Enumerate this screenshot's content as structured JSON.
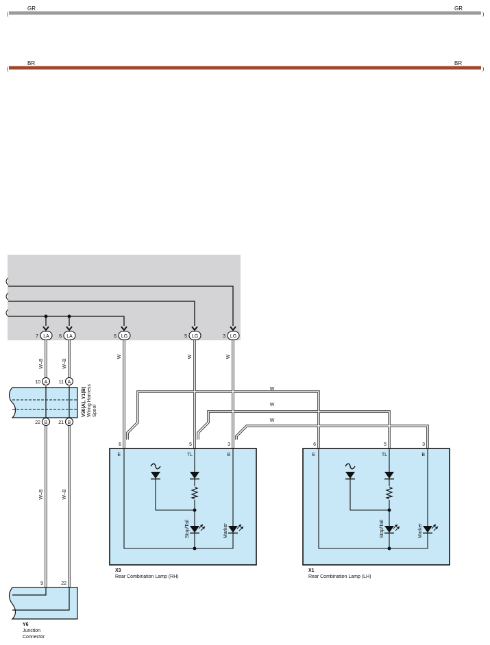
{
  "wire_legend": [
    {
      "code": "GR",
      "color": "#9b9b9b"
    },
    {
      "code": "BR",
      "color": "#a0482a"
    }
  ],
  "colors": {
    "relay_box": "#d4d4d6",
    "component_fill": "#c8e8f8",
    "outline": "#1a1a1a",
    "wire": "#333333"
  },
  "relay_connectors": [
    {
      "pin": "7",
      "connector": "LA"
    },
    {
      "pin": "6",
      "connector": "LA"
    },
    {
      "pin": "6",
      "connector": "LG"
    },
    {
      "pin": "5",
      "connector": "LG"
    },
    {
      "pin": "3",
      "connector": "LG"
    }
  ],
  "wire_labels": {
    "wb": "W–B",
    "w": "W"
  },
  "spool": {
    "name": "V30(A), Y1(B)",
    "desc_line1": "Wiring Harness",
    "desc_line2": "Spool",
    "top_pins": [
      {
        "pin": "10",
        "side": "A"
      },
      {
        "pin": "11",
        "side": "A"
      }
    ],
    "bottom_pins": [
      {
        "pin": "22",
        "side": "B"
      },
      {
        "pin": "21",
        "side": "B"
      }
    ]
  },
  "junction": {
    "code": "Y6",
    "desc_line1": "Junction",
    "desc_line2": "Connector",
    "pins": [
      "9",
      "22"
    ]
  },
  "lamps": [
    {
      "code": "X3",
      "desc": "Rear Combination Lamp (RH)",
      "pins": [
        "6",
        "5",
        "3"
      ],
      "terms": [
        "E",
        "TL",
        "B"
      ],
      "stop_tail": "Stop/Tail",
      "marker": "Marker"
    },
    {
      "code": "X1",
      "desc": "Rear Combination Lamp (LH)",
      "pins": [
        "6",
        "5",
        "3"
      ],
      "terms": [
        "E",
        "TL",
        "B"
      ],
      "stop_tail": "Stop/Tail",
      "marker": "Marker"
    }
  ]
}
